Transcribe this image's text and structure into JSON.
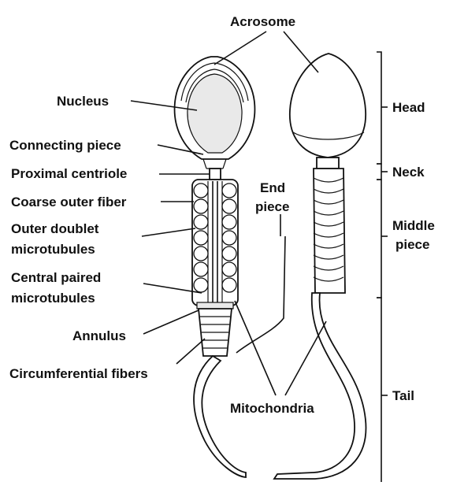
{
  "labels": {
    "acrosome": "Acrosome",
    "nucleus": "Nucleus",
    "connecting_piece": "Connecting piece",
    "proximal_centriole": "Proximal centriole",
    "coarse_outer_fiber": "Coarse outer fiber",
    "outer_doublet_1": "Outer doublet",
    "outer_doublet_2": "microtubules",
    "central_paired_1": "Central paired",
    "central_paired_2": "microtubules",
    "annulus": "Annulus",
    "circumferential_fibers": "Circumferential fibers",
    "end_piece_1": "End",
    "end_piece_2": "piece",
    "mitochondria": "Mitochondria",
    "head": "Head",
    "neck": "Neck",
    "middle_piece_1": "Middle",
    "middle_piece_2": "piece",
    "tail": "Tail"
  }
}
